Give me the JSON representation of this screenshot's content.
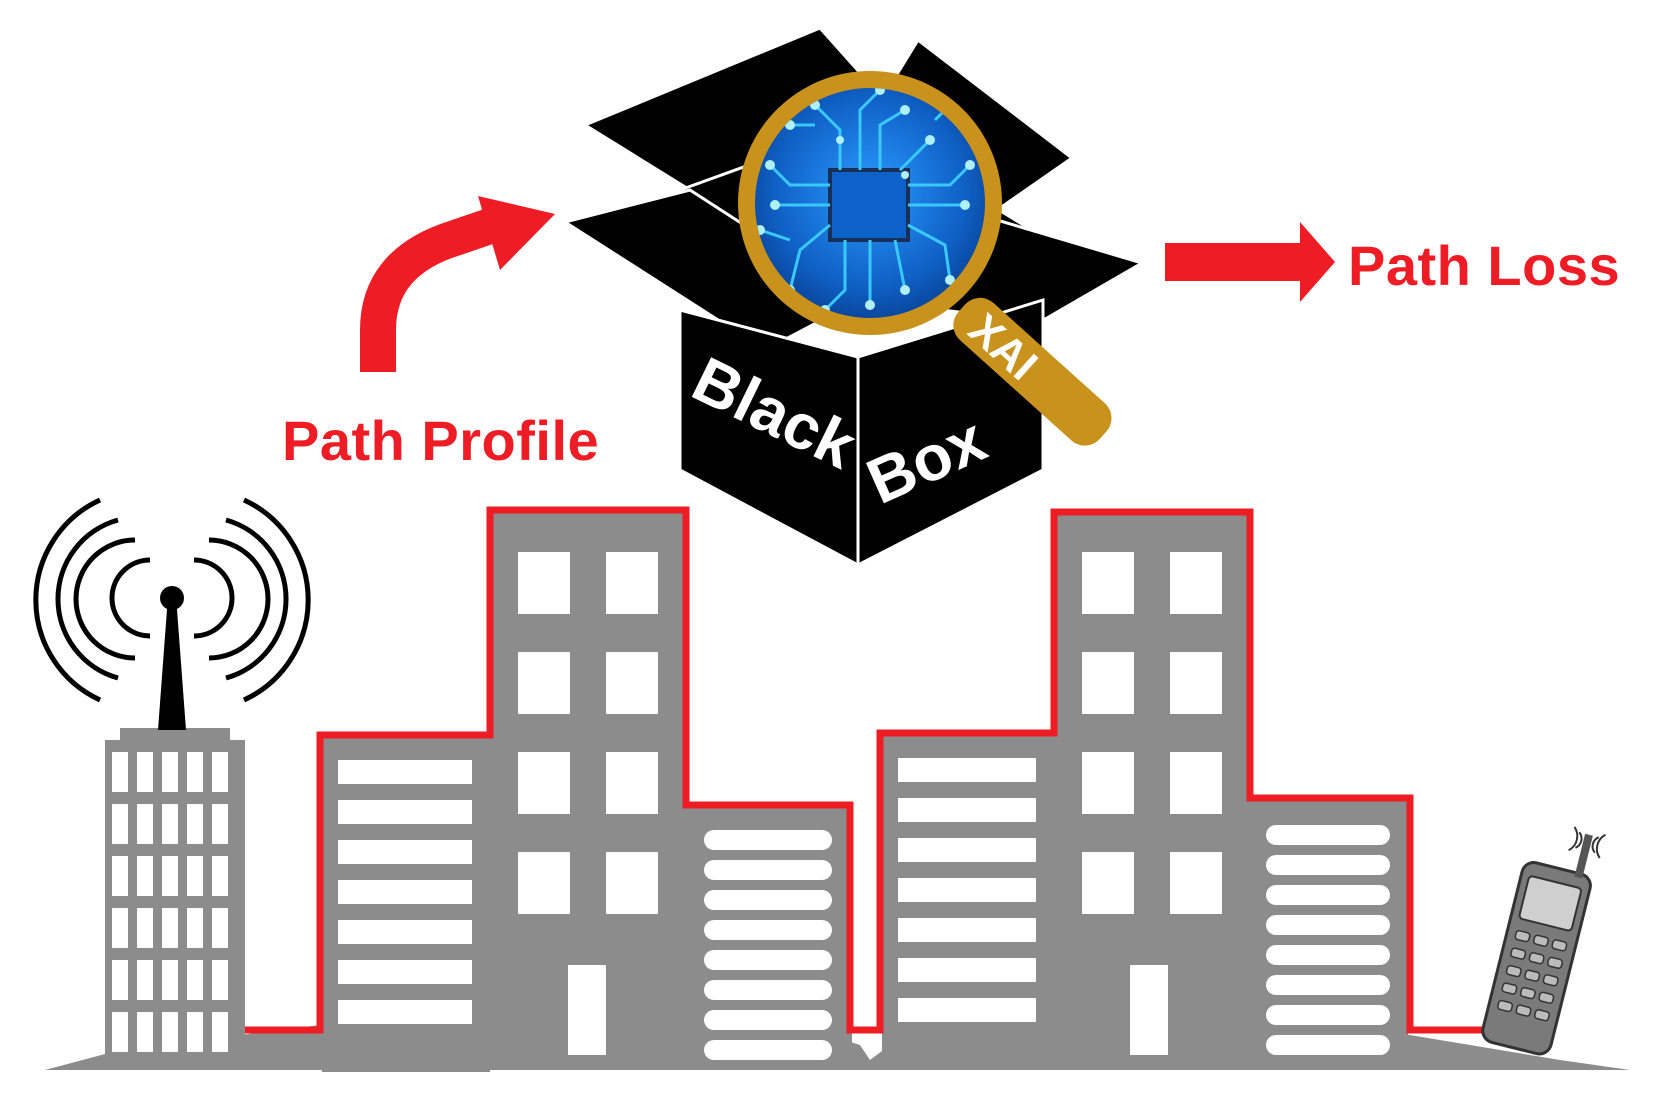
{
  "labels": {
    "input": "Path Profile",
    "output": "Path Loss",
    "box_word_1": "Black",
    "box_word_2": "Box",
    "magnifier_label": "XAI"
  },
  "colors": {
    "accent_red": "#ee1c24",
    "box_black": "#000000",
    "building_gray": "#8c8c8c",
    "window_white": "#ffffff",
    "magnifier_gold": "#c8921c",
    "chip_blue": "#1577d6",
    "circuit_glow": "#39c8ff"
  },
  "icons": [
    "transmitter-tower-icon",
    "black-box-icon",
    "magnifying-glass-icon",
    "circuit-chip-icon",
    "mobile-phone-icon",
    "curved-arrow-icon",
    "right-arrow-icon"
  ]
}
